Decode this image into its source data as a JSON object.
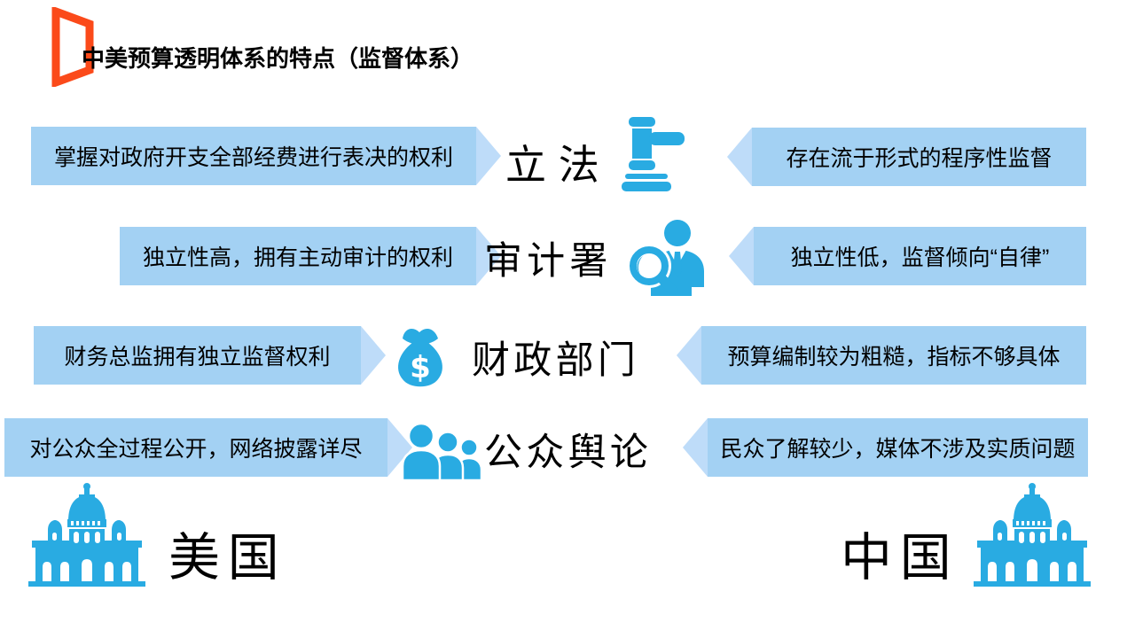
{
  "title": {
    "text": "中美预算透明体系的特点（监督体系）"
  },
  "rows": [
    {
      "us_point": "掌握对政府开支全部经费进行表决的权利",
      "org": "立法",
      "icon": "gavel-icon",
      "cn_point": "存在流于形式的程序性监督"
    },
    {
      "us_point": "独立性高，拥有主动审计的权利",
      "org": "审计署",
      "icon": "auditor-magnifier-icon",
      "cn_point": "独立性低，监督倾向“自律”"
    },
    {
      "us_point": "财务总监拥有独立监督权利",
      "org": "财政部门",
      "icon": "money-bag-icon",
      "cn_point": "预算编制较为粗糙，指标不够具体"
    },
    {
      "us_point": "对公众全过程公开，网络披露详尽",
      "org": "公众舆论",
      "icon": "people-group-icon",
      "cn_point": "民众了解较少，媒体不涉及实质问题"
    }
  ],
  "footer": {
    "left_country": "美国",
    "right_country": "中国",
    "left_icon": "capitol-building-icon",
    "right_icon": "capitol-building-icon"
  },
  "icons": {
    "title_marker": "open-banner-icon",
    "money_symbol": "$"
  },
  "colors": {
    "arrow_body": "#A3D1F3",
    "arrow_tip": "#BEDCF9",
    "icon_blue": "#29ABE2",
    "title_marker_orange": "#FB4A1A"
  }
}
